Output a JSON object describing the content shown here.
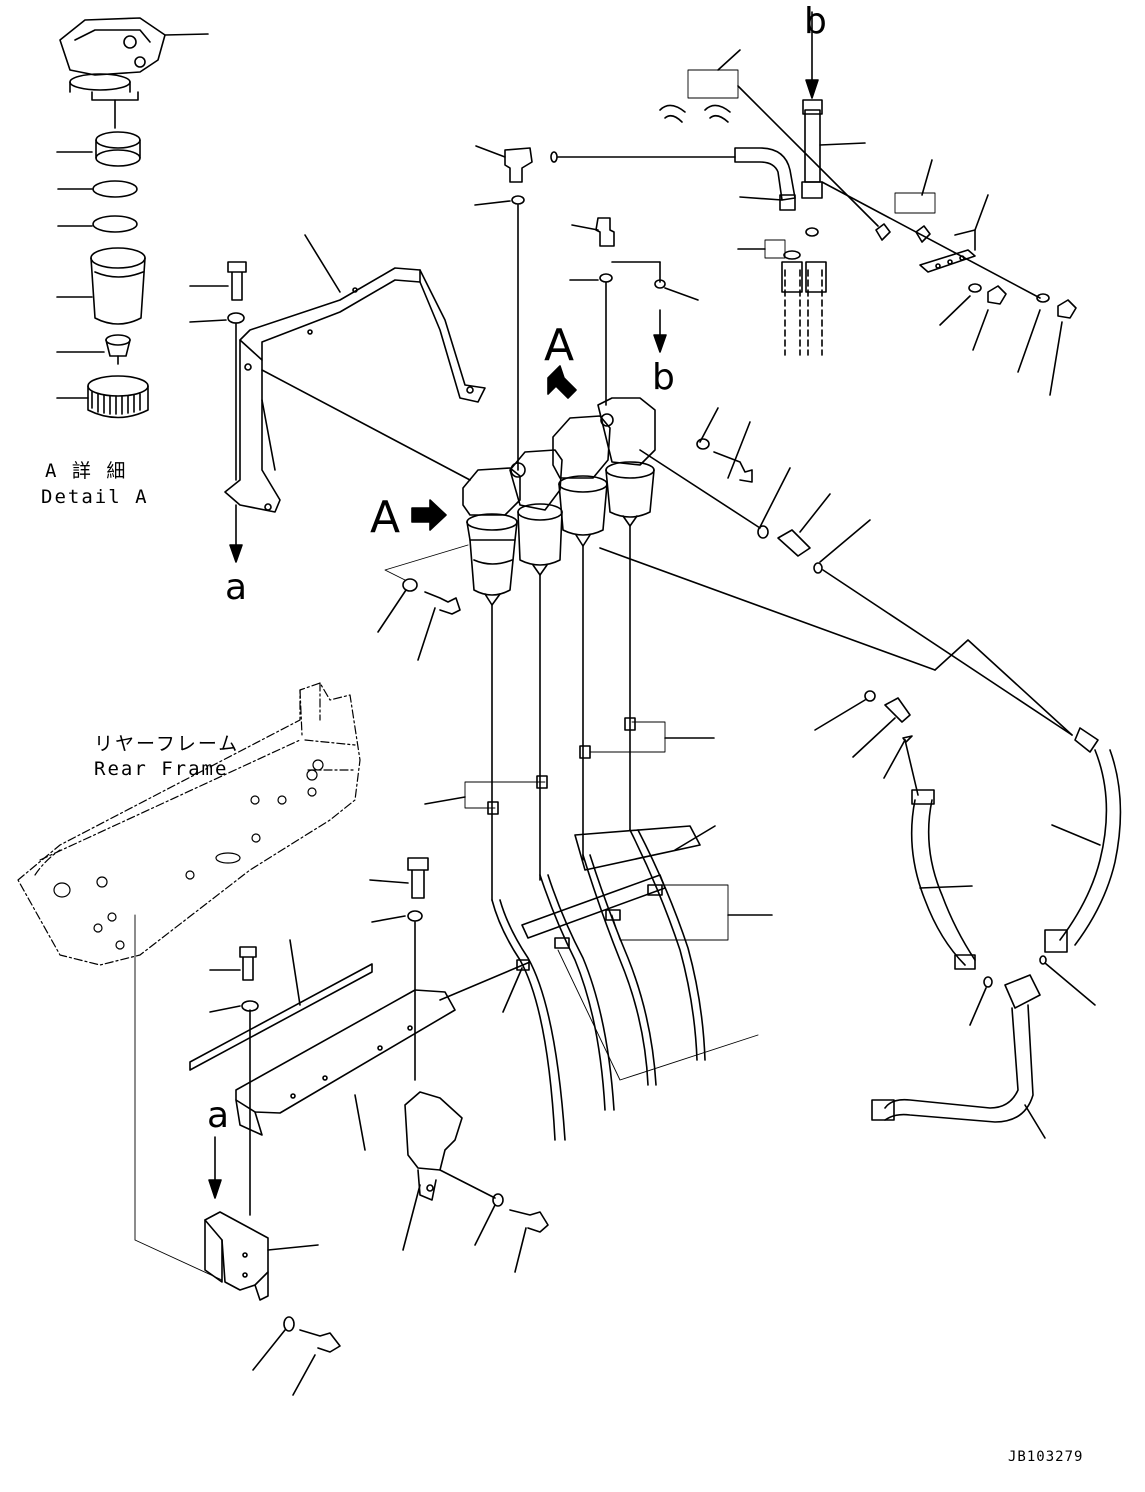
{
  "labels": {
    "view_a_upper": "A",
    "view_a_left": "A",
    "connector_b_top": "b",
    "connector_b_mid": "b",
    "connector_a_mid": "a",
    "connector_a_low": "a",
    "detail_a_jp": "A 詳 細",
    "detail_a_en": "Detail A",
    "rear_frame_jp": "リヤーフレーム",
    "rear_frame_en": "Rear Frame",
    "drawing_code": "JB103279"
  },
  "colors": {
    "line": "#000000",
    "background": "#ffffff"
  }
}
